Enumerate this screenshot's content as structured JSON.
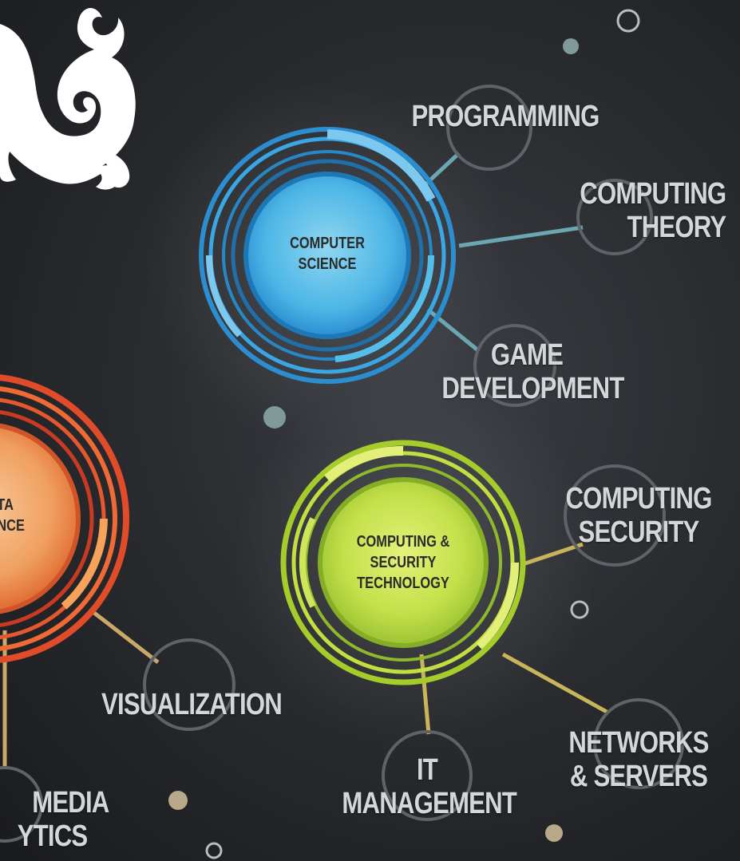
{
  "colors": {
    "background": "#232529",
    "label": "#d4d6d9",
    "blue": "#29a3e6",
    "red": "#e8452a",
    "green": "#9acd32",
    "connector_blue": "#6aa7b0",
    "connector_orange": "#c9a86a",
    "connector_green": "#c8b55a"
  },
  "logo": {
    "icon": "dragon-icon"
  },
  "hubs": {
    "computer_science": {
      "line1": "COMPUTER",
      "line2": "SCIENCE"
    },
    "data_science": {
      "line1": "TA",
      "line2": "NCE"
    },
    "computing_security_technology": {
      "line1": "COMPUTING &",
      "line2": "SECURITY",
      "line3": "TECHNOLOGY"
    }
  },
  "topics": {
    "programming": "PROGRAMMING",
    "computing_theory": {
      "line1": "COMPUTING",
      "line2": "THEORY"
    },
    "game_development": {
      "line1": "GAME",
      "line2": "DEVELOPMENT"
    },
    "computing_security": {
      "line1": "COMPUTING",
      "line2": "SECURITY"
    },
    "visualization": "VISUALIZATION",
    "media_analytics": {
      "line1": "MEDIA",
      "line2": "YTICS"
    },
    "it_management": {
      "line1": "IT",
      "line2": "MANAGEMENT"
    },
    "networks_servers": {
      "line1": "NETWORKS",
      "line2": "& SERVERS"
    }
  }
}
